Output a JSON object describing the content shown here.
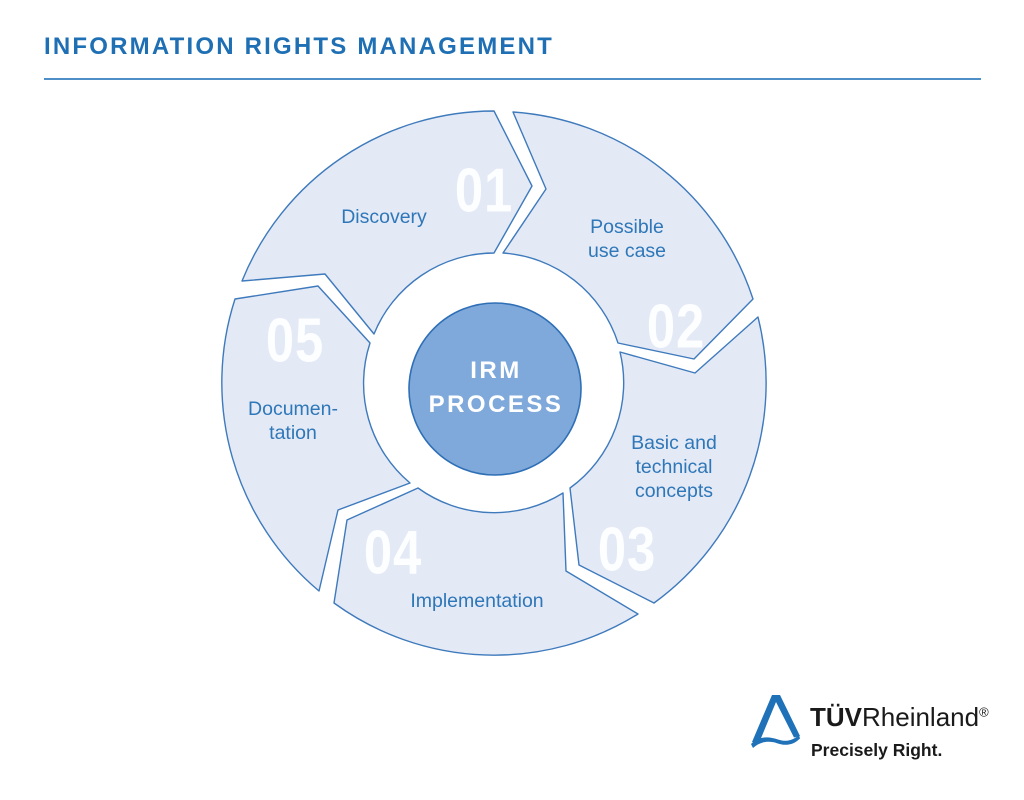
{
  "header": {
    "title": "INFORMATION RIGHTS MANAGEMENT"
  },
  "wheel": {
    "hub": {
      "label": "IRM\nPROCESS"
    },
    "segments": [
      {
        "number": "01",
        "label": "Discovery"
      },
      {
        "number": "02",
        "label": "Possible\nuse case"
      },
      {
        "number": "03",
        "label": "Basic and\ntechnical\nconcepts"
      },
      {
        "number": "04",
        "label": "Implementation"
      },
      {
        "number": "05",
        "label": "Documen-\ntation"
      }
    ]
  },
  "logo": {
    "brand_bold": "TÜV",
    "brand_regular": "Rheinland",
    "registered": "®",
    "tagline": "Precisely Right."
  },
  "colors": {
    "title_blue": "#1e6fb4",
    "rule_blue": "#4e8fc7",
    "segment_fill": "#e4e9f6",
    "segment_stroke": "#3e7abc",
    "segment_number_white": "#ffffff",
    "label_blue": "#2e77b8",
    "hub_fill": "#7fa9db",
    "hub_stroke": "#2f6fb6",
    "hub_text_white": "#ffffff",
    "logo_blue": "#1f72b8",
    "logo_text_black": "#1a1a1a"
  }
}
